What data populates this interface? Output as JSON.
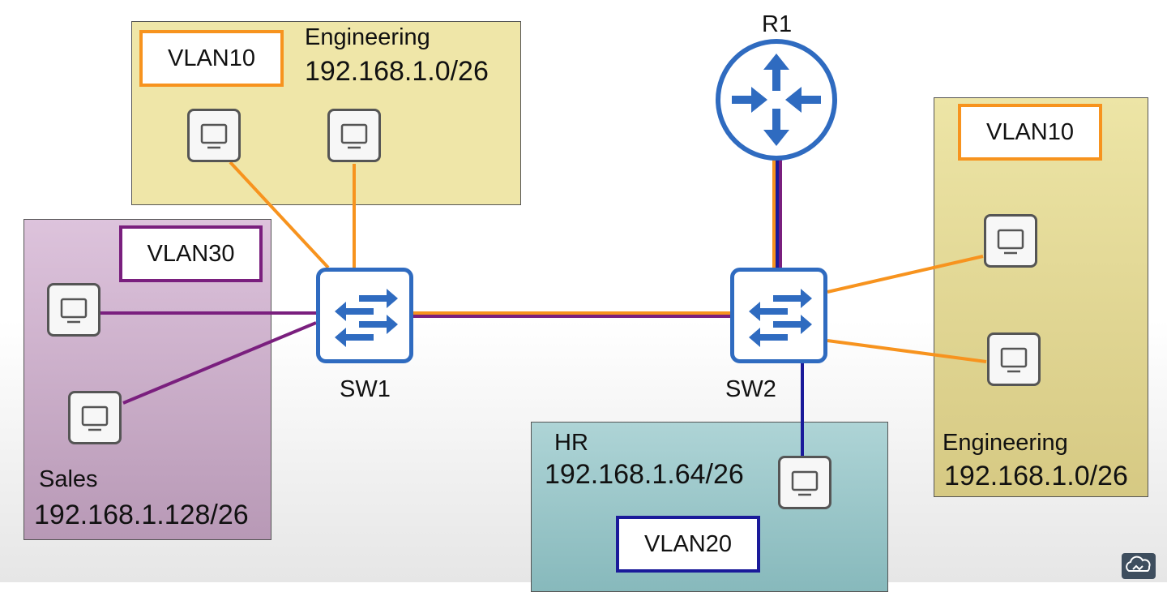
{
  "zones": {
    "engineering_top": {
      "name": "Engineering",
      "subnet": "192.168.1.0/26",
      "vlan": "VLAN10"
    },
    "sales": {
      "name": "Sales",
      "subnet": "192.168.1.128/26",
      "vlan": "VLAN30"
    },
    "hr": {
      "name": "HR",
      "subnet": "192.168.1.64/26",
      "vlan": "VLAN20"
    },
    "engineering_right": {
      "name": "Engineering",
      "subnet": "192.168.1.0/26",
      "vlan": "VLAN10"
    }
  },
  "devices": {
    "router": "R1",
    "switch1": "SW1",
    "switch2": "SW2"
  },
  "colors": {
    "vlan10": "#f7931e",
    "vlan20": "#1a1a9a",
    "vlan30": "#7a1f7e",
    "device_blue": "#2f6bc0"
  },
  "icons": [
    "pc-icon",
    "switch-icon",
    "router-icon",
    "channel-logo-icon"
  ]
}
